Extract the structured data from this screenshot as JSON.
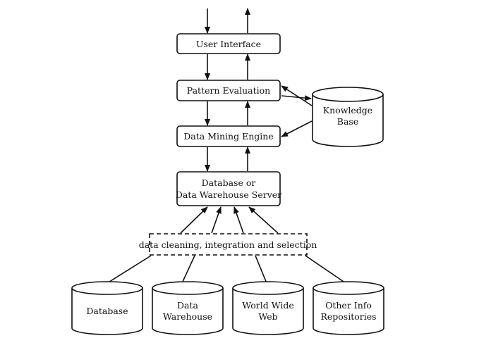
{
  "diagram": {
    "user_interface": "User Interface",
    "pattern_evaluation": "Pattern Evaluation",
    "data_mining_engine": "Data Mining Engine",
    "db_server": {
      "line1": "Database or",
      "line2": "Data Warehouse Server"
    },
    "knowledge_base": {
      "line1": "Knowledge",
      "line2": "Base"
    },
    "data_cleaning": "data cleaning, integration and selection",
    "sources": {
      "database": "Database",
      "data_warehouse": {
        "line1": "Data",
        "line2": "Warehouse"
      },
      "world_wide_web": {
        "line1": "World Wide",
        "line2": "Web"
      },
      "other_info": {
        "line1": "Other Info",
        "line2": "Repositories"
      }
    }
  }
}
